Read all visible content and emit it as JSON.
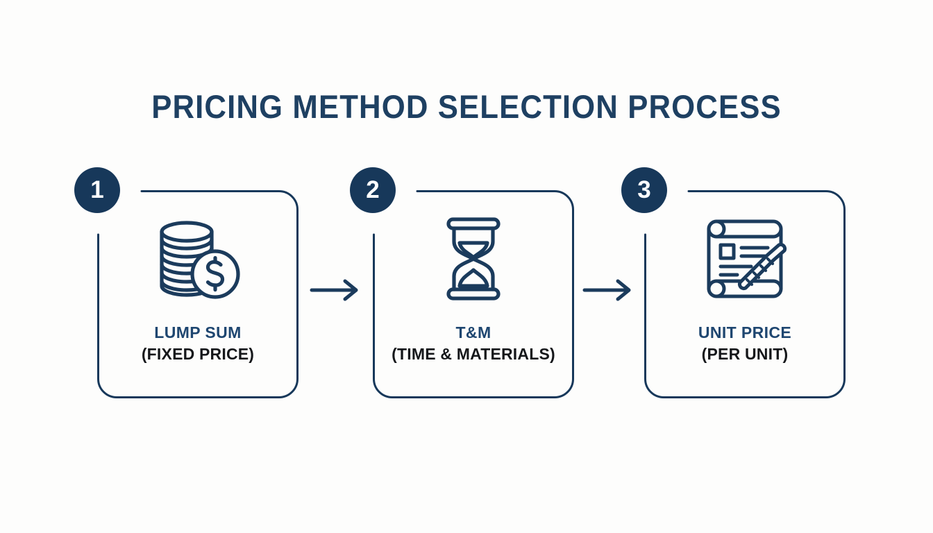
{
  "page": {
    "title": "PRICING METHOD SELECTION PROCESS",
    "background_color": "#fdfdfc",
    "accent_color": "#17385a",
    "title_color": "#1e4062",
    "label_color": "#1e4670",
    "sublabel_color": "#15171a"
  },
  "flow": {
    "steps": [
      {
        "number": "1",
        "icon": "coin-stack-dollar-icon",
        "title": "LUMP SUM",
        "subtitle": "(FIXED PRICE)"
      },
      {
        "number": "2",
        "icon": "hourglass-icon",
        "title": "T&M",
        "subtitle": "(TIME & MATERIALS)"
      },
      {
        "number": "3",
        "icon": "blueprint-ruler-icon",
        "title": "UNIT PRICE",
        "subtitle": "(PER UNIT)"
      }
    ],
    "connectors": [
      {
        "from": "1",
        "to": "2",
        "glyph": "arrow-right-icon"
      },
      {
        "from": "2",
        "to": "3",
        "glyph": "arrow-right-icon"
      }
    ]
  }
}
